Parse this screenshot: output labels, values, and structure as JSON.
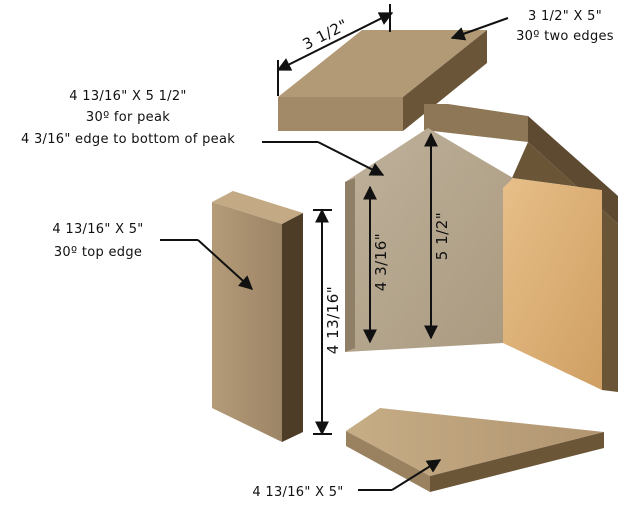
{
  "labels": {
    "roof_top_dim": "3 1/2\"",
    "roof_spec_line1": "3 1/2\" X 5\"",
    "roof_spec_line2": "30º two edges",
    "front_line1": "4 13/16\" X 5 1/2\"",
    "front_line2": "30º for peak",
    "front_line3": "4 3/16\" edge to bottom of peak",
    "front_dim_short": "4 3/16\"",
    "front_dim_tall": "5 1/2\"",
    "side_line1": "4 13/16\" X 5\"",
    "side_line2": "30º top edge",
    "side_dim": "4 13/16\"",
    "bottom_spec": "4 13/16\" X 5\""
  },
  "colors": {
    "wood_top": "#b59c78",
    "wood_face": "#a89273",
    "wood_side": "#5f4c33",
    "wood_dark": "#3f3220",
    "front_face": "#b6a892",
    "inner_face": "#d9b17a",
    "floor_top": "#c0a57f",
    "line": "#111111"
  }
}
